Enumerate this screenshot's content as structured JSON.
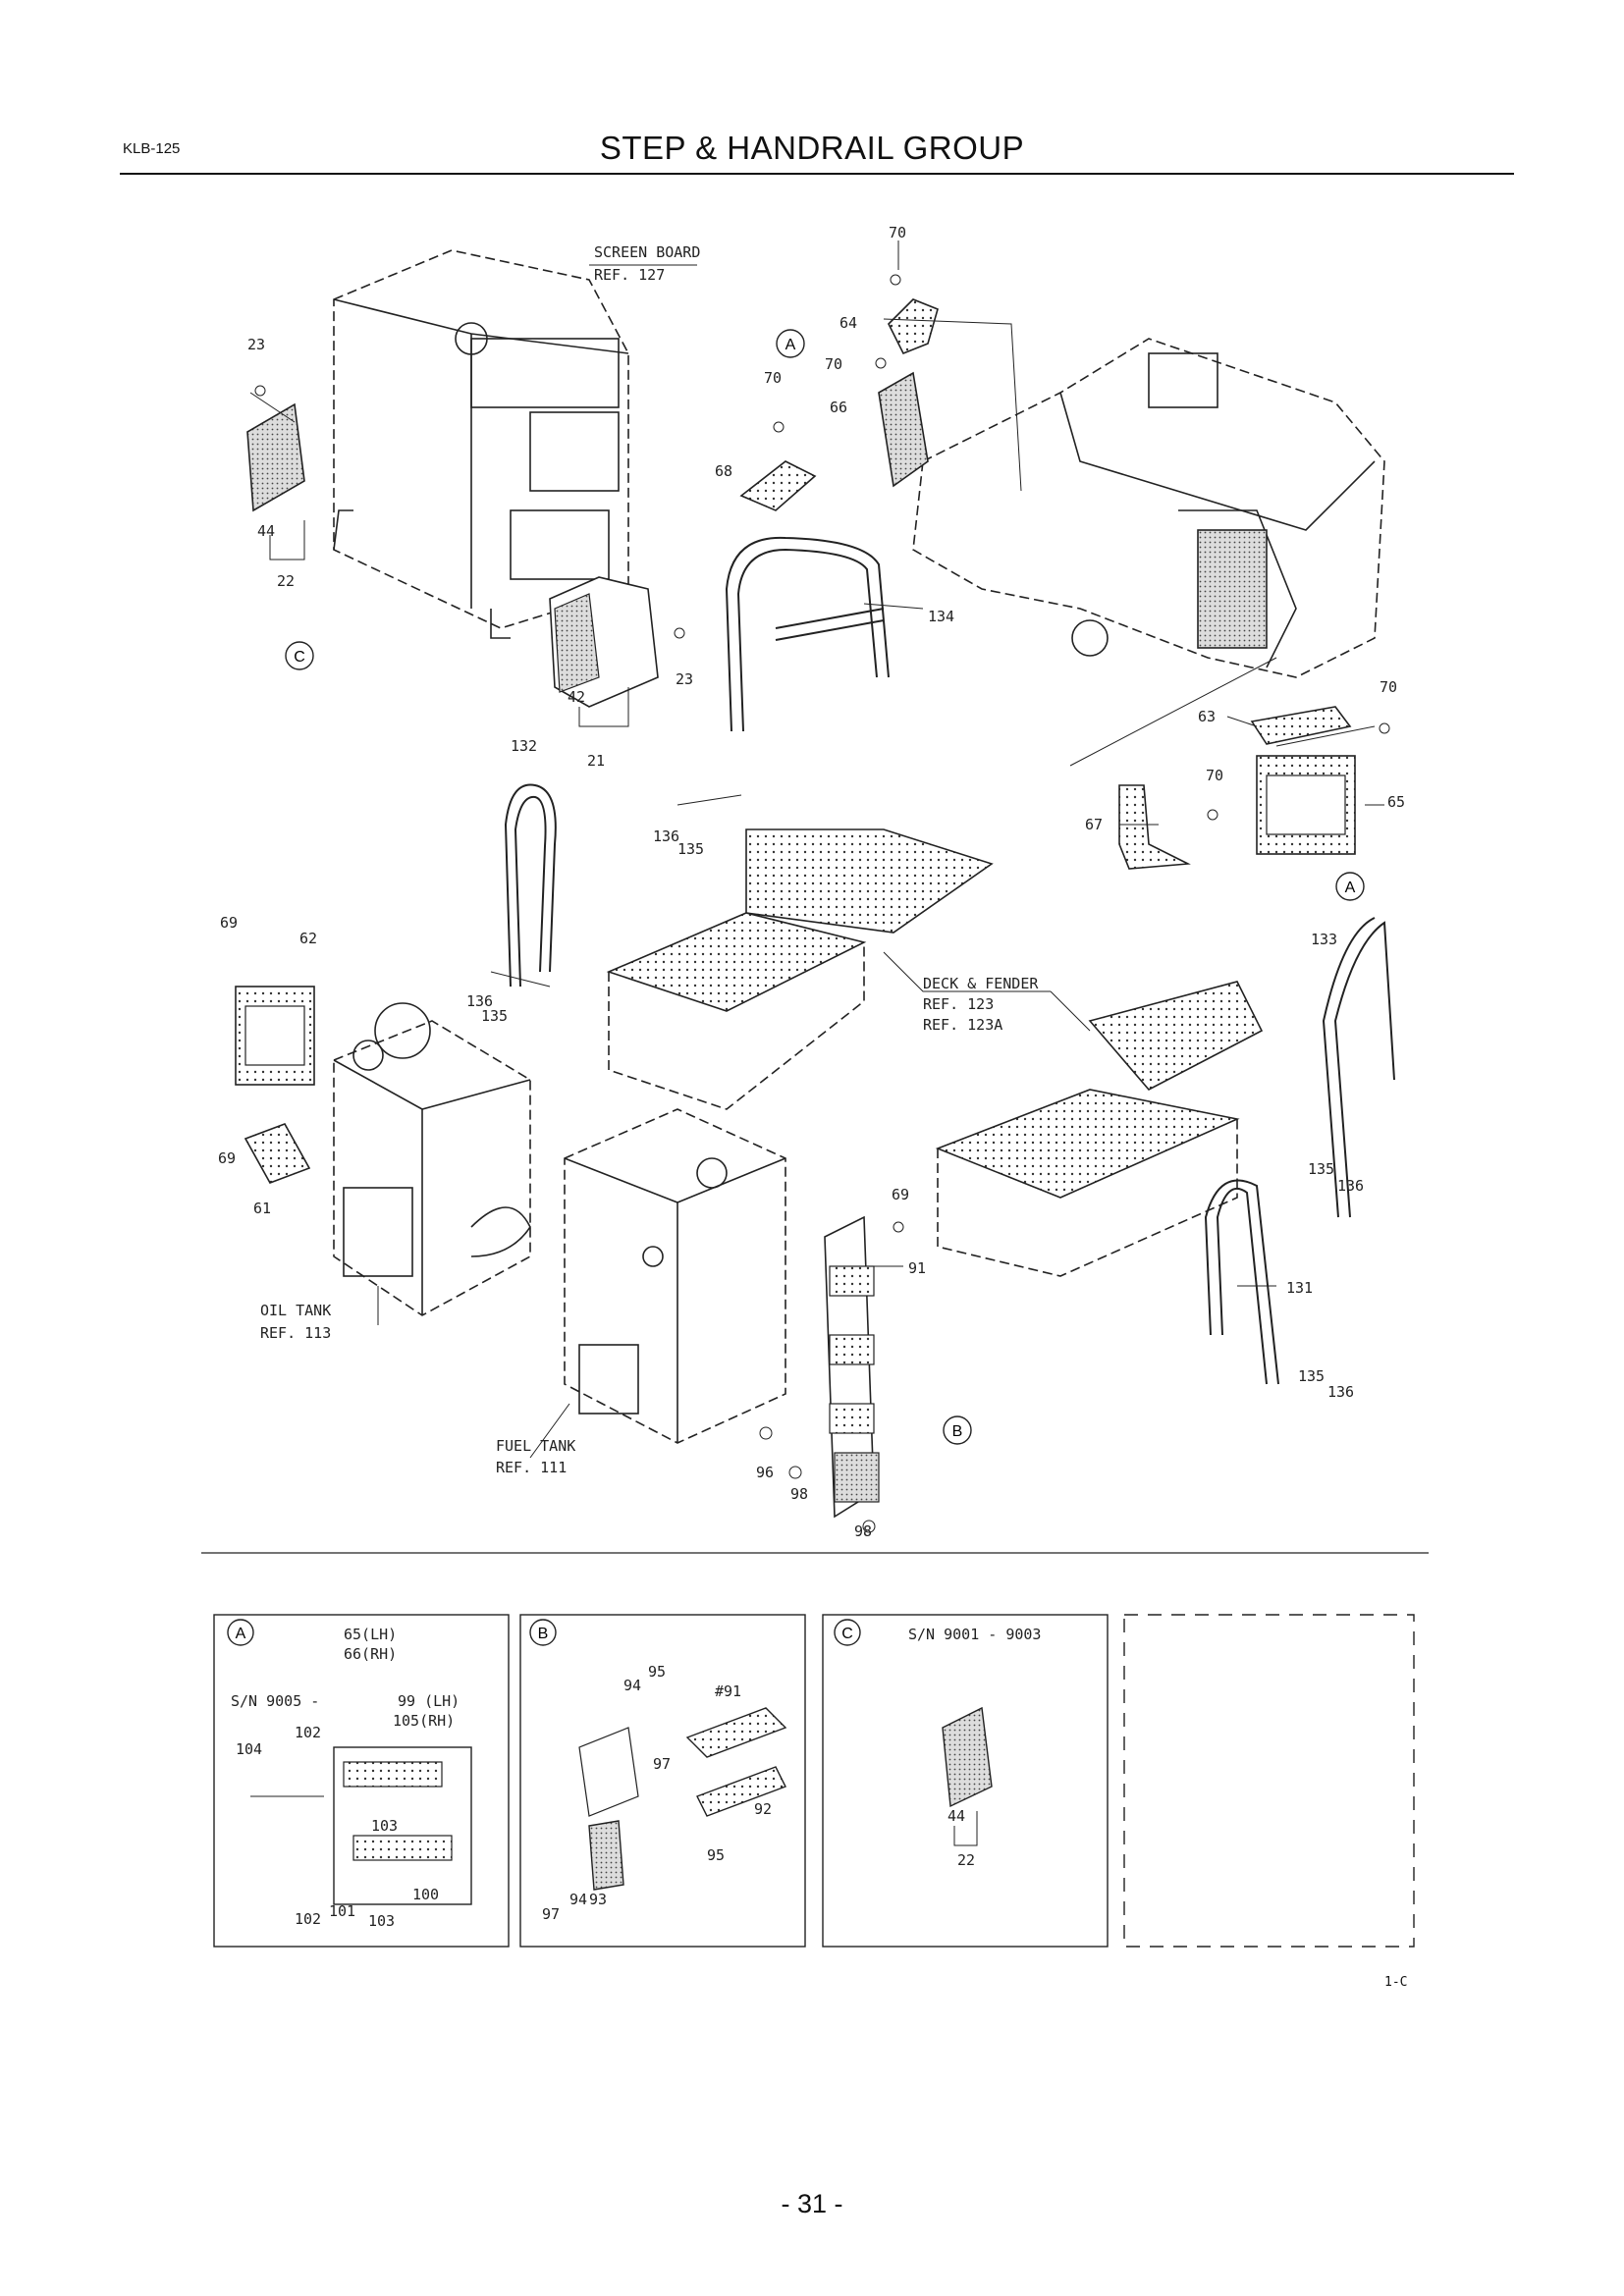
{
  "header": {
    "doc_code": "KLB-125",
    "title": "STEP & HANDRAIL GROUP"
  },
  "refs": {
    "screen_board": [
      "SCREEN BOARD",
      "REF. 127"
    ],
    "deck_fender": [
      "DECK & FENDER",
      "REF. 123",
      "REF. 123A"
    ],
    "oil_tank": [
      "OIL TANK",
      "REF. 113"
    ],
    "fuel_tank": [
      "FUEL TANK",
      "REF. 111"
    ]
  },
  "view_markers": {
    "a": "A",
    "b": "B",
    "c": "C"
  },
  "detail_a": {
    "label": "A",
    "top": [
      "65(LH)",
      "66(RH)"
    ],
    "sn": "S/N 9005 -",
    "alt": [
      "99 (LH)",
      "105(RH)"
    ]
  },
  "detail_b": {
    "label": "B",
    "ref": "#91"
  },
  "detail_c": {
    "label": "C",
    "sn": "S/N 9001 - 9003"
  },
  "sheet_code": "1-C",
  "page_number": "- 31 -",
  "callouts": {
    "c70a": "70",
    "c64": "64",
    "c70b": "70",
    "c70c": "70",
    "c66": "66",
    "c68": "68",
    "c23a": "23",
    "c44a": "44",
    "c22a": "22",
    "c134": "134",
    "c42": "42",
    "c21": "21",
    "c23b": "23",
    "c70d": "70",
    "c63": "63",
    "c70e": "70",
    "c67": "67",
    "c65": "65",
    "c132": "132",
    "c136a": "136",
    "c135a": "135",
    "c69a": "69",
    "c62": "62",
    "c136b": "136",
    "c135b": "135",
    "c133": "133",
    "c69b": "69",
    "c61": "61",
    "c69c": "69",
    "c91": "91",
    "c135c": "135",
    "c136c": "136",
    "c131": "131",
    "c135d": "135",
    "c136d": "136",
    "c96": "96",
    "c98a": "98",
    "c98b": "98",
    "a104": "104",
    "a102a": "102",
    "a103a": "103",
    "a100": "100",
    "a102b": "102",
    "a101": "101",
    "a103b": "103",
    "b95a": "95",
    "b94a": "94",
    "b97a": "97",
    "b92": "92",
    "b95b": "95",
    "b97b": "97",
    "b94b": "94",
    "b93": "93",
    "c44b": "44",
    "c22b": "22"
  }
}
